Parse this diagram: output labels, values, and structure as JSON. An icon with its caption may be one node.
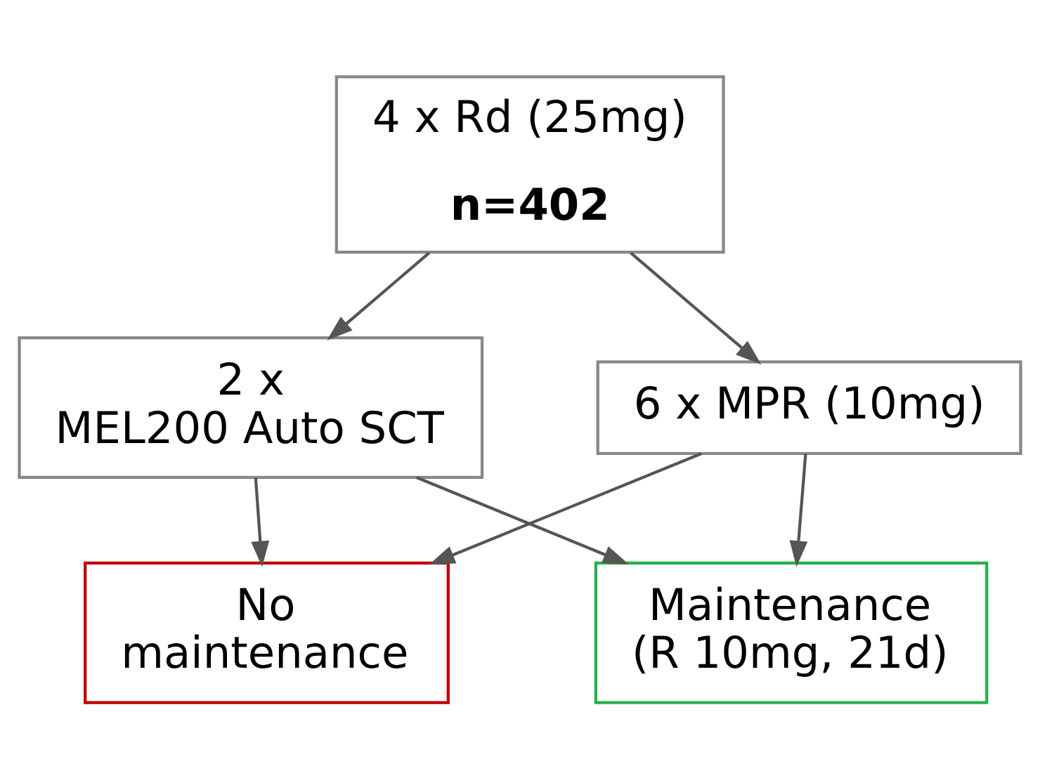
{
  "diagram": {
    "nodes": [
      {
        "text": [
          "4 x Rd (25mg)",
          "n=402"
        ]
      },
      {
        "text": [
          "2 x MEL200 Auto SCT"
        ]
      },
      {
        "text": [
          "6 x MPR (10mg)"
        ]
      },
      {
        "text": [
          "No maintenance"
        ]
      },
      {
        "text": [
          "Maintenance (R 10mg, 21d)"
        ]
      }
    ],
    "edges": [
      {
        "from": 0,
        "to": 1,
        "arrow": "to"
      },
      {
        "from": 0,
        "to": 2,
        "arrow": "to"
      },
      {
        "from": 1,
        "to": 3,
        "arrow": "to"
      },
      {
        "from": 1,
        "to": 4,
        "arrow": "to"
      },
      {
        "from": 2,
        "to": 3,
        "arrow": "to"
      },
      {
        "from": 2,
        "to": 4,
        "arrow": "to"
      }
    ]
  }
}
